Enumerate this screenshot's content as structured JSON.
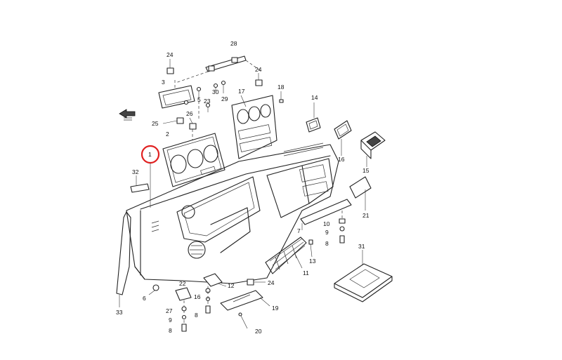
{
  "callouts": [
    {
      "id": "c1",
      "label": "1"
    },
    {
      "id": "c2",
      "label": "2"
    },
    {
      "id": "c3",
      "label": "3"
    },
    {
      "id": "c5",
      "label": "5"
    },
    {
      "id": "c6",
      "label": "6"
    },
    {
      "id": "c7",
      "label": "7"
    },
    {
      "id": "c8a",
      "label": "8"
    },
    {
      "id": "c8b",
      "label": "8"
    },
    {
      "id": "c8c",
      "label": "8"
    },
    {
      "id": "c9a",
      "label": "9"
    },
    {
      "id": "c9b",
      "label": "9"
    },
    {
      "id": "c10",
      "label": "10"
    },
    {
      "id": "c11",
      "label": "11"
    },
    {
      "id": "c12",
      "label": "12"
    },
    {
      "id": "c13",
      "label": "13"
    },
    {
      "id": "c14",
      "label": "14"
    },
    {
      "id": "c15",
      "label": "15"
    },
    {
      "id": "c16a",
      "label": "16"
    },
    {
      "id": "c16b",
      "label": "16"
    },
    {
      "id": "c17",
      "label": "17"
    },
    {
      "id": "c18",
      "label": "18"
    },
    {
      "id": "c19",
      "label": "19"
    },
    {
      "id": "c20",
      "label": "20"
    },
    {
      "id": "c21",
      "label": "21"
    },
    {
      "id": "c22",
      "label": "22"
    },
    {
      "id": "c23",
      "label": "23"
    },
    {
      "id": "c24a",
      "label": "24"
    },
    {
      "id": "c24b",
      "label": "24"
    },
    {
      "id": "c24c",
      "label": "24"
    },
    {
      "id": "c25",
      "label": "25"
    },
    {
      "id": "c26",
      "label": "26"
    },
    {
      "id": "c27",
      "label": "27"
    },
    {
      "id": "c28",
      "label": "28"
    },
    {
      "id": "c29",
      "label": "29"
    },
    {
      "id": "c30",
      "label": "30"
    },
    {
      "id": "c31",
      "label": "31"
    },
    {
      "id": "c32",
      "label": "32"
    },
    {
      "id": "c33",
      "label": "33"
    }
  ],
  "highlight": {
    "target": "1",
    "color": "#e02020"
  }
}
